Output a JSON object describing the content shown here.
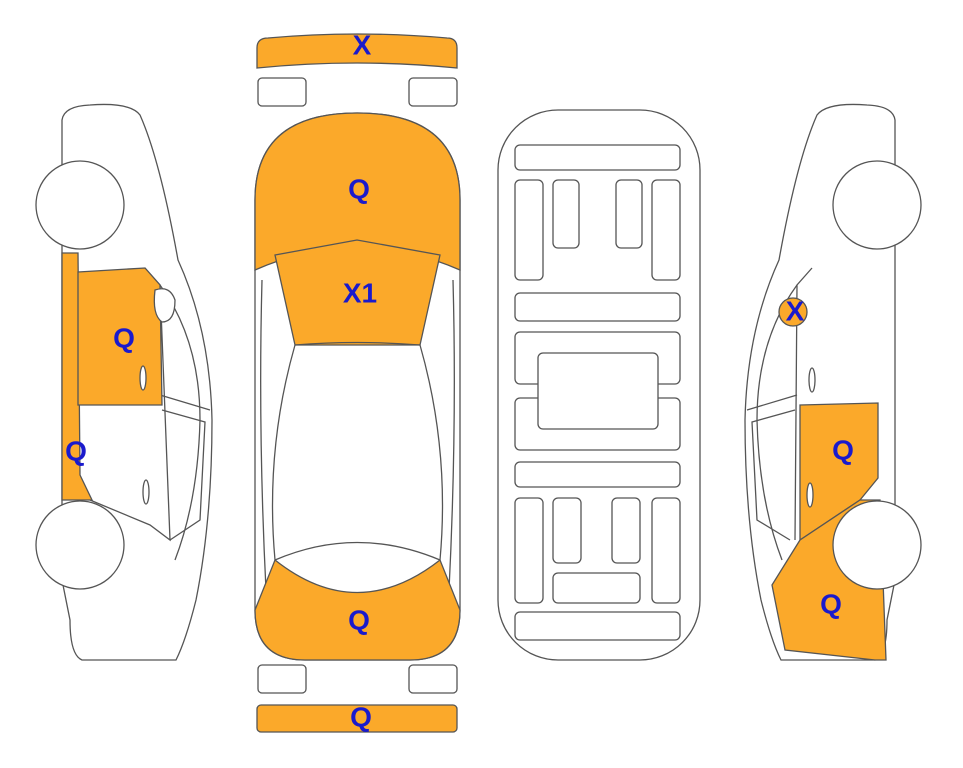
{
  "colors": {
    "damage": "#FBA92A",
    "label": "#1A1ACC"
  },
  "labels": {
    "front_bumper": "X",
    "hood": "Q",
    "windshield": "X1",
    "trunk": "Q",
    "rear_bumper": "Q",
    "left_front_door": "Q",
    "left_rocker": "Q",
    "right_mirror": "X",
    "right_rear_door": "Q",
    "right_rear_quarter": "Q"
  }
}
